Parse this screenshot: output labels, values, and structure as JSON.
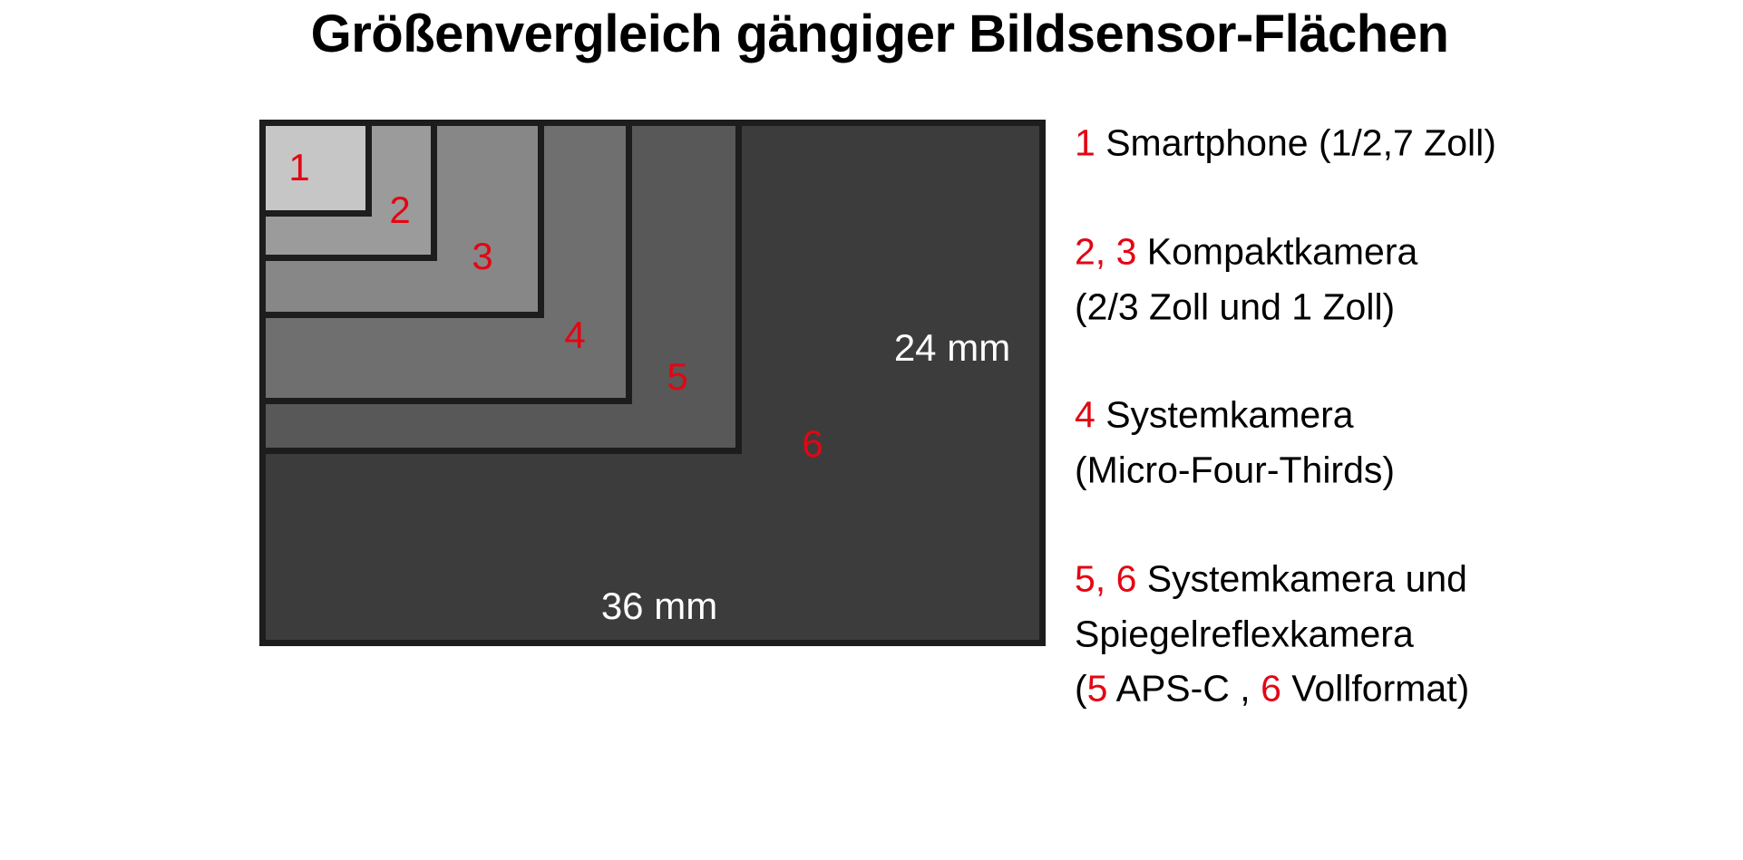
{
  "title": "Größenvergleich gängiger Bildsensor-Flächen",
  "sensors": [
    {
      "number": "1",
      "fill": "#c6c6c6"
    },
    {
      "number": "2",
      "fill": "#9b9b9b"
    },
    {
      "number": "3",
      "fill": "#878787"
    },
    {
      "number": "4",
      "fill": "#6f6f6f"
    },
    {
      "number": "5",
      "fill": "#585858"
    },
    {
      "number": "6",
      "fill": "#3c3c3c"
    }
  ],
  "dimensions": {
    "height": "24 mm",
    "width": "36 mm"
  },
  "legend": {
    "l1": {
      "num": "1",
      "text": " Smartphone (1/2,7 Zoll)"
    },
    "l2": {
      "num": "2, 3",
      "text": " Kompaktkamera"
    },
    "l3": {
      "text": "(2/3 Zoll und 1 Zoll)"
    },
    "l4": {
      "num": "4",
      "text": " Systemkamera"
    },
    "l5": {
      "text": "(Micro-Four-Thirds)"
    },
    "l6": {
      "num": "5, 6",
      "text": " Systemkamera und"
    },
    "l7": {
      "text": "Spiegelreflexkamera"
    },
    "l8": {
      "open": "(",
      "num_a": "5",
      "mid": " APS-C , ",
      "num_b": "6",
      "close": " Vollformat)"
    }
  },
  "colors": {
    "accent": "#e30613",
    "border": "#1d1d1d"
  }
}
